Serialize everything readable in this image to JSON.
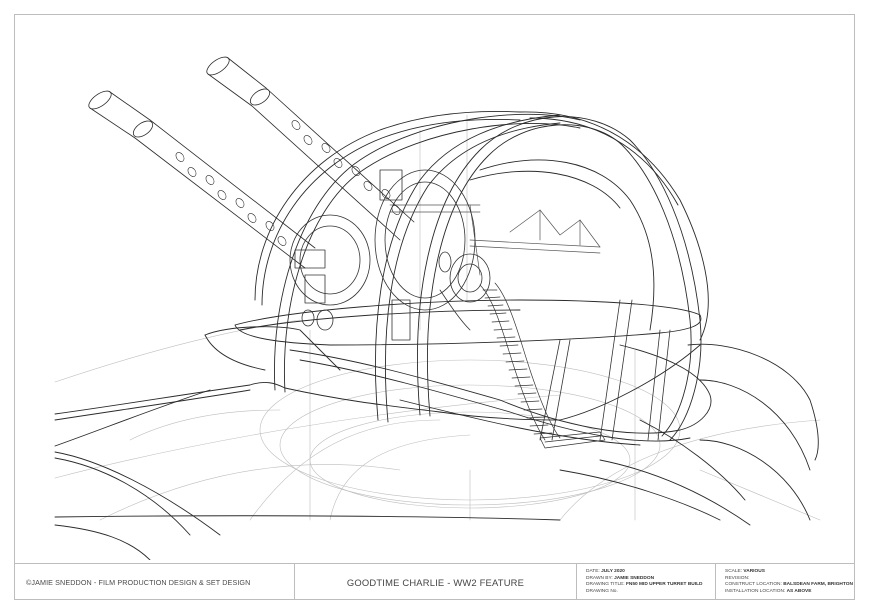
{
  "sheet": {
    "drawing_subject": "FN50 mid upper turret wireframe line drawing",
    "colors": {
      "line": "#2b2b2b",
      "faint_line": "#b8b8b8",
      "border": "#bdbdbd",
      "text": "#444444"
    }
  },
  "title_block": {
    "copyright": "©JAMIE SNEDDON - FILM PRODUCTION DESIGN & SET DESIGN",
    "project_title": "GOODTIME CHARLIE - WW2 FEATURE",
    "info": {
      "date_label": "DATE: ",
      "date_value": "JULY 2020",
      "drawn_by_label": "DRAWN BY: ",
      "drawn_by_value": "JAMIE SNEDDON",
      "drawing_title_label": "DRAWING TITLE: ",
      "drawing_title_value": "FN50 MID UPPER TURRET BUILD",
      "drawing_no_label": "DRAWING No.",
      "drawing_no_value": ""
    },
    "meta": {
      "scale_label": "SCALE: ",
      "scale_value": "VARIOUS",
      "revision_label": "REVISION:",
      "revision_value": "",
      "construct_location_label": "CONSTRUCT LOCATION: ",
      "construct_location_value": "BALSDEAN FARM, BRIGHTON",
      "installation_location_label": "INSTALLATION LOCATION: ",
      "installation_location_value": "AS ABOVE"
    }
  }
}
